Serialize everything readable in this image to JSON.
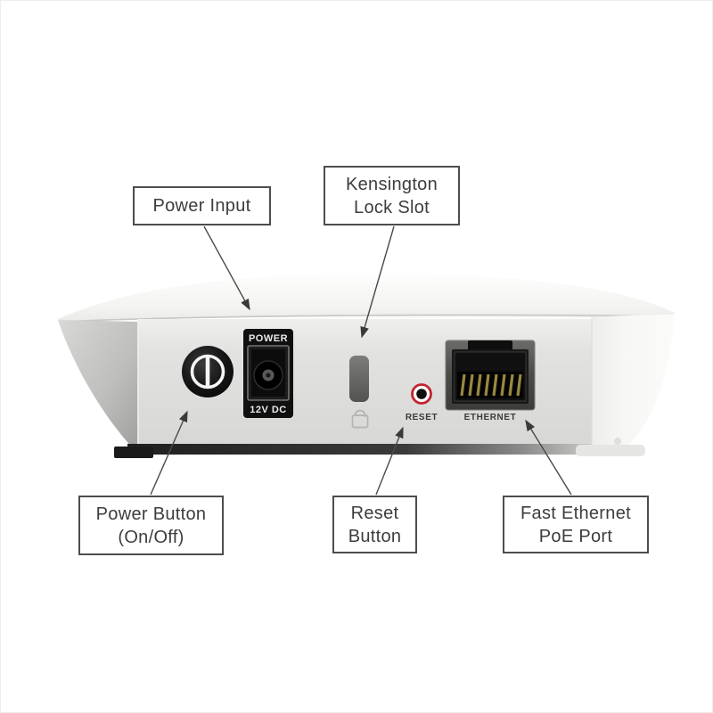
{
  "diagram": {
    "type": "hardware-rear-panel-callout-diagram",
    "device_kind": "wireless access point rear view",
    "callouts": {
      "power_input": {
        "lines": [
          "Power Input"
        ]
      },
      "kensington": {
        "lines": [
          "Kensington",
          "Lock Slot"
        ]
      },
      "power_button": {
        "lines": [
          "Power Button",
          "(On/Off)"
        ]
      },
      "reset_button": {
        "lines": [
          "Reset",
          "Button"
        ]
      },
      "ethernet_port": {
        "lines": [
          "Fast Ethernet",
          "PoE Port"
        ]
      }
    },
    "device": {
      "power_panel": {
        "top_label": "POWER",
        "bottom_label": "12V DC"
      },
      "reset": {
        "label": "RESET"
      },
      "ethernet": {
        "label": "ETHERNET"
      }
    },
    "colors": {
      "background": "#ffffff",
      "label_border": "#4d4d4d",
      "label_text": "#3d3d3d",
      "leader_line": "#4a4a4a",
      "panel_black": "#111111",
      "panel_label_light": "#e9e9e9",
      "port_label_dark": "#3a3a3a",
      "reset_red": "#c4242e",
      "pin_gold": "#97893f",
      "lock_icon_gray": "#b4b4b2"
    }
  }
}
